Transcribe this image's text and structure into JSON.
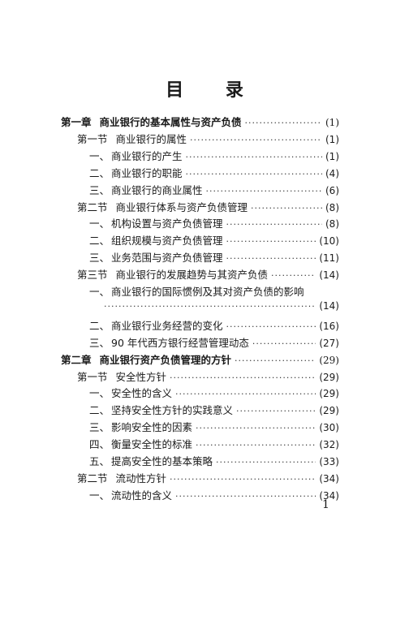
{
  "title": "目 录",
  "entries": [
    {
      "kind": "chapter",
      "num": "第一章",
      "text": "商业银行的基本属性与资产负债",
      "page": "(1)"
    },
    {
      "kind": "section",
      "num": "第一节",
      "text": "商业银行的属性",
      "page": "(1)"
    },
    {
      "kind": "item",
      "num": "一、",
      "text": "商业银行的产生",
      "page": "(1)"
    },
    {
      "kind": "item",
      "num": "二、",
      "text": "商业银行的职能",
      "page": "(4)"
    },
    {
      "kind": "item",
      "num": "三、",
      "text": "商业银行的商业属性",
      "page": "(6)"
    },
    {
      "kind": "section",
      "num": "第二节",
      "text": "商业银行体系与资产负债管理",
      "page": "(8)"
    },
    {
      "kind": "item",
      "num": "一、",
      "text": "机构设置与资产负债管理",
      "page": "(8)"
    },
    {
      "kind": "item",
      "num": "二、",
      "text": "组织规模与资产负债管理",
      "page": "(10)"
    },
    {
      "kind": "item",
      "num": "三、",
      "text": "业务范围与资产负债管理",
      "page": "(11)"
    },
    {
      "kind": "section",
      "num": "第三节",
      "text": "商业银行的发展趋势与其资产负债",
      "page": "(14)"
    },
    {
      "kind": "item-wrap",
      "num": "一、",
      "text": "商业银行的国际惯例及其对资产负债的影响",
      "page": "(14)"
    },
    {
      "kind": "item",
      "num": "二、",
      "text": "商业银行业务经营的变化",
      "page": "(16)"
    },
    {
      "kind": "item",
      "num": "三、",
      "text": "90 年代西方银行经营管理动态",
      "page": "(27)"
    },
    {
      "kind": "chapter",
      "num": "第二章",
      "text": "商业银行资产负债管理的方针",
      "page": "(29)"
    },
    {
      "kind": "section",
      "num": "第一节",
      "text": "安全性方针",
      "page": "(29)"
    },
    {
      "kind": "item",
      "num": "一、",
      "text": "安全性的含义",
      "page": "(29)"
    },
    {
      "kind": "item",
      "num": "二、",
      "text": "坚持安全性方针的实践意义",
      "page": "(29)"
    },
    {
      "kind": "item",
      "num": "三、",
      "text": "影响安全性的因素",
      "page": "(30)"
    },
    {
      "kind": "item",
      "num": "四、",
      "text": "衡量安全性的标准",
      "page": "(32)"
    },
    {
      "kind": "item",
      "num": "五、",
      "text": "提高安全性的基本策略",
      "page": "(33)"
    },
    {
      "kind": "section",
      "num": "第二节",
      "text": "流动性方针",
      "page": "(34)"
    },
    {
      "kind": "item",
      "num": "一、",
      "text": "流动性的含义",
      "page": "(34)"
    }
  ],
  "folio": "1"
}
